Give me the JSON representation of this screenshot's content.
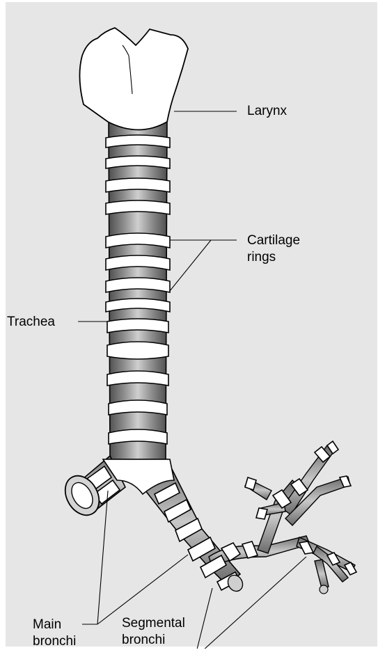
{
  "labels": {
    "larynx": "Larynx",
    "cartilage_rings": "Cartilage\nrings",
    "trachea": "Trachea",
    "main_bronchi": "Main\nbronchi",
    "segmental_bronchi": "Segmental\nbronchi"
  },
  "colors": {
    "background": "#e6e6e6",
    "tube_dark": "#5e5e5e",
    "tube_light": "#bdbdbd",
    "cartilage": "#ffffff"
  }
}
